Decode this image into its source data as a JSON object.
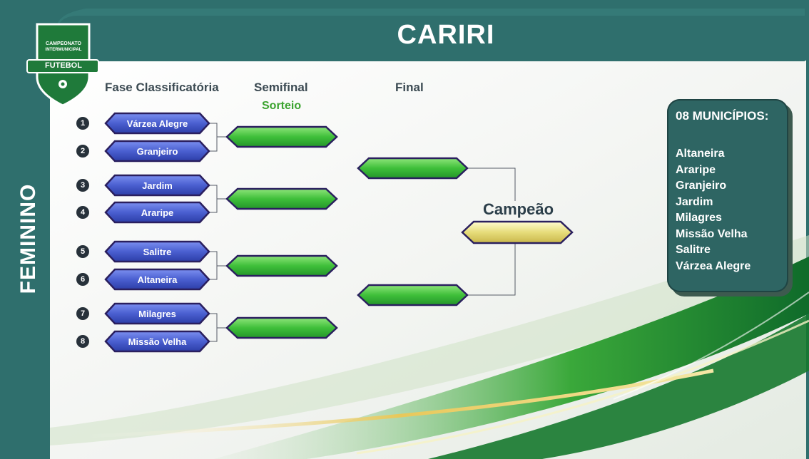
{
  "title": "CARIRI",
  "side_label": "FEMININO",
  "logo": {
    "line1": "CAMPEONATO",
    "line2": "INTERMUNICIPAL",
    "line3": "FUTEBOL"
  },
  "columns": {
    "fase": "Fase Classificatória",
    "semifinal": "Semifinal",
    "sorteio": "Sorteio",
    "final": "Final",
    "campeao": "Campeão"
  },
  "teams": [
    {
      "num": "1",
      "name": "Várzea Alegre"
    },
    {
      "num": "2",
      "name": "Granjeiro"
    },
    {
      "num": "3",
      "name": "Jardim"
    },
    {
      "num": "4",
      "name": "Araripe"
    },
    {
      "num": "5",
      "name": "Salitre"
    },
    {
      "num": "6",
      "name": "Altaneira"
    },
    {
      "num": "7",
      "name": "Milagres"
    },
    {
      "num": "8",
      "name": "Missão Velha"
    }
  ],
  "municipios": {
    "title": "08 MUNICÍPIOS:",
    "list": [
      "Altaneira",
      "Araripe",
      "Granjeiro",
      "Jardim",
      "Milagres",
      "Missão Velha",
      "Salitre",
      "Várzea Alegre"
    ]
  },
  "colors": {
    "teal": "#2f6f6d",
    "team_fill": "#4a5fd0",
    "slot_fill": "#3fbf3a",
    "champion_fill": "#e6dc7a",
    "outline": "#2a1f5e"
  }
}
